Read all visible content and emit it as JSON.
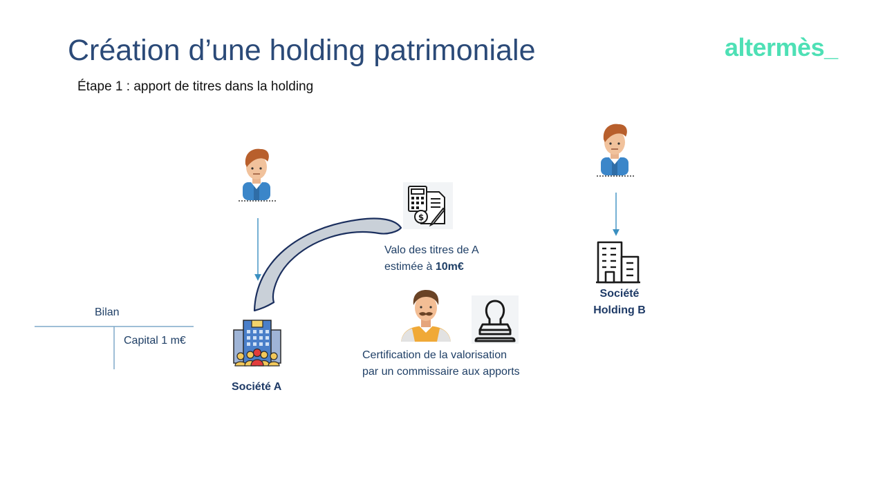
{
  "title": "Création d’une holding patrimoniale",
  "subtitle": "Étape 1 : apport de titres dans la holding",
  "logo": "altermès_",
  "colors": {
    "title": "#2b4a78",
    "accent_logo": "#4ee0b5",
    "arrow": "#3a8fc0",
    "curve_outline": "#1b2f5e",
    "curve_fill": "#c9d0d8",
    "label_dark": "#1e3a66"
  },
  "bilan": {
    "header": "Bilan",
    "capital": "Capital  1 m€"
  },
  "societe_a": {
    "name": "Société A"
  },
  "holding_b": {
    "line1": "Société",
    "line2": "Holding B"
  },
  "valuation": {
    "line1": "Valo des titres de A",
    "line2_prefix": "estimée à ",
    "line2_value": "10m€"
  },
  "certification": {
    "line1": "Certification de la valorisation",
    "line2": "par un commissaire aux apports"
  },
  "icons": {
    "person_left": "person-icon",
    "person_right": "person-icon",
    "company_a": "company-building-people-icon",
    "holding_b": "office-building-icon",
    "calculator": "calculator-document-icon",
    "commissaire": "man-mustache-icon",
    "stamp": "stamp-icon"
  }
}
